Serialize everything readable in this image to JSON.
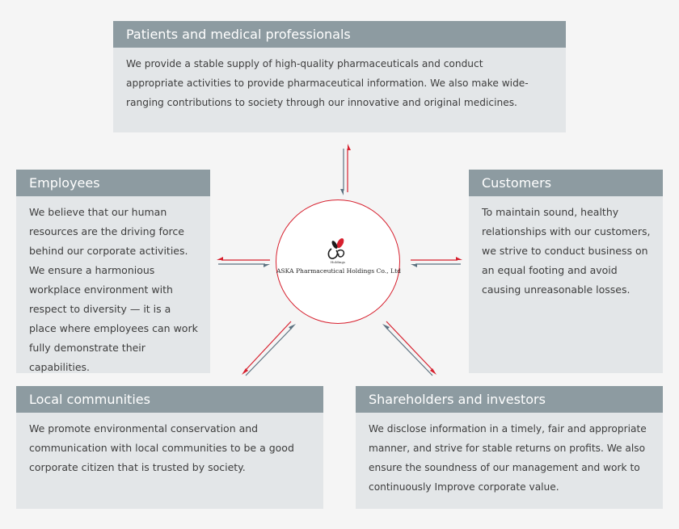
{
  "patients": {
    "title": "Patients and medical professionals",
    "text": "We provide a stable supply of high-quality pharmaceuticals and conduct appropriate activities to provide pharmaceutical information. We also make wide-ranging contributions to society through our innovative and original medicines."
  },
  "employees": {
    "title": "Employees",
    "text": "We believe that our human resources are the driving force behind our corporate activities. We ensure a harmonious workplace environment with respect to diversity — it is a place where employees can work fully demonstrate their capabilities."
  },
  "customers": {
    "title": "Customers",
    "text": "To maintain sound, healthy relationships with our customers, we strive to conduct business on an equal footing and avoid causing unreasonable losses."
  },
  "communities": {
    "title": "Local communities",
    "text": "We promote environmental conservation and communication with local communities to be a good corporate citizen that is trusted by society."
  },
  "shareholders": {
    "title": "Shareholders and investors",
    "text": "We disclose information in a timely, fair and appropriate manner, and strive for stable returns on profits. We also ensure the soundness of our management and work to continuously Improve corporate value."
  },
  "center": {
    "holdings": "Holdings",
    "company": "ASKA Pharmaceutical Holdings Co., Ltd"
  },
  "colors": {
    "header": "#8d9ba1",
    "panel": "#e3e6e8",
    "arrow_red": "#d7202e",
    "arrow_slate": "#5c7280"
  }
}
